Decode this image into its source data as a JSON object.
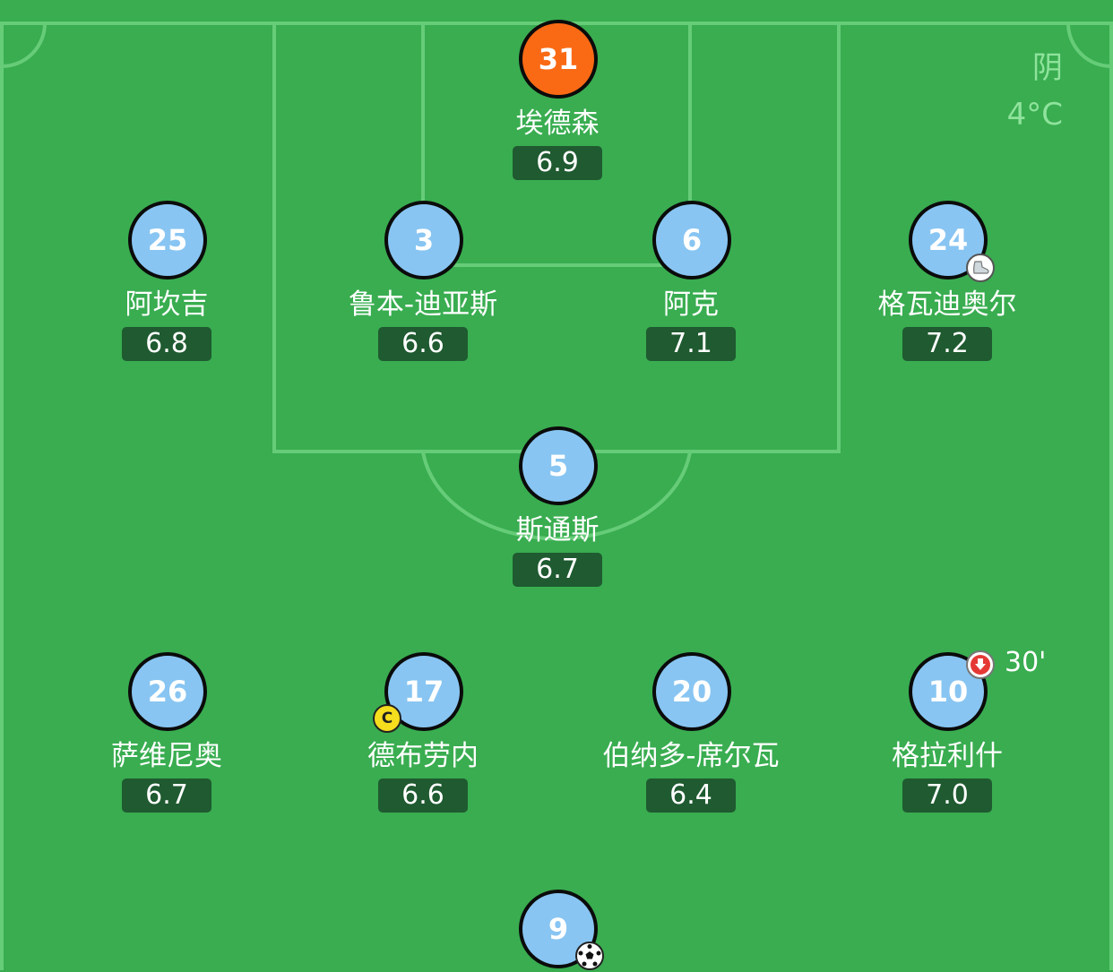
{
  "weather": {
    "condition": "阴",
    "temperature": "4°C"
  },
  "colors": {
    "pitch": "#39ad50",
    "lines": "#66cc78",
    "outfield_shirt": "#88c5f2",
    "goalkeeper_shirt": "#fa6a14",
    "rating_bg": "#1f5a30",
    "captain_badge": "#f6dd1d",
    "substitution_arrow": "#e53935"
  },
  "players": [
    {
      "number": "31",
      "name": "埃德森",
      "rating": "6.9",
      "role": "goalkeeper"
    },
    {
      "number": "25",
      "name": "阿坎吉",
      "rating": "6.8"
    },
    {
      "number": "3",
      "name": "鲁本-迪亚斯",
      "rating": "6.6"
    },
    {
      "number": "6",
      "name": "阿克",
      "rating": "7.1"
    },
    {
      "number": "24",
      "name": "格瓦迪奥尔",
      "rating": "7.2",
      "event_icon": "boot-icon"
    },
    {
      "number": "5",
      "name": "斯通斯",
      "rating": "6.7"
    },
    {
      "number": "26",
      "name": "萨维尼奥",
      "rating": "6.7"
    },
    {
      "number": "17",
      "name": "德布劳内",
      "rating": "6.6",
      "captain": "C"
    },
    {
      "number": "20",
      "name": "伯纳多-席尔瓦",
      "rating": "6.4"
    },
    {
      "number": "10",
      "name": "格拉利什",
      "rating": "7.0",
      "substitution_minute": "30'",
      "event_icon": "substitution-out-icon"
    },
    {
      "number": "9",
      "event_icon": "goal-ball-icon"
    }
  ]
}
